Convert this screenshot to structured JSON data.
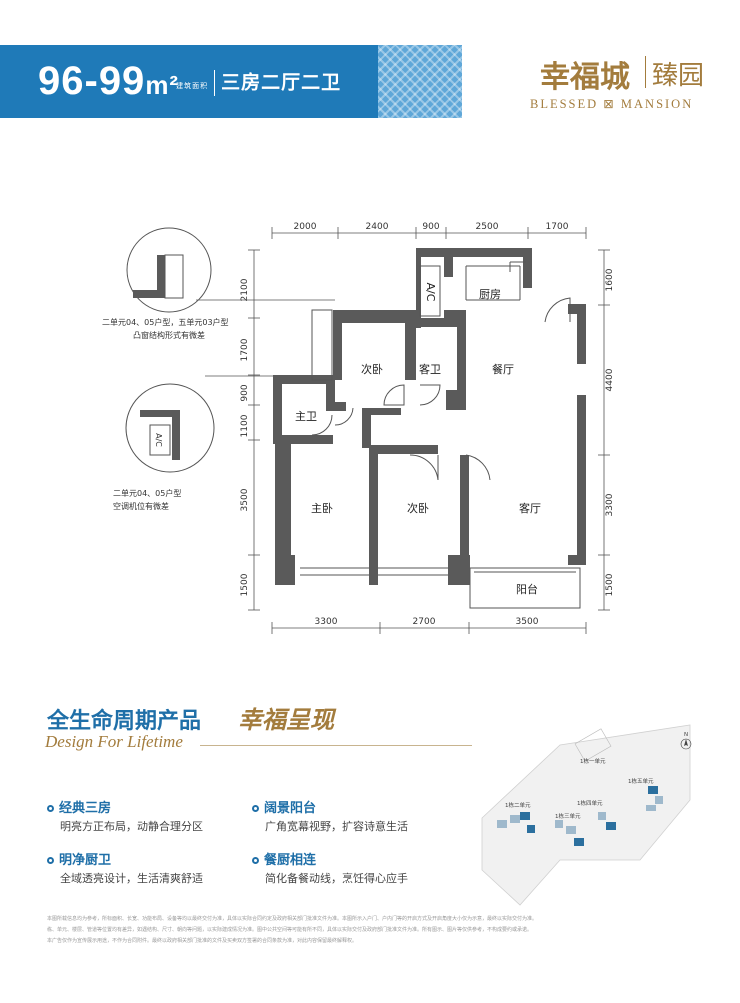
{
  "header": {
    "area": "96-99",
    "unit": "m²",
    "area_note": "建筑面积",
    "layout": "三房二厅二卫"
  },
  "brand": {
    "name_cn": "幸福城",
    "name_cn2": "臻园",
    "name_en": "BLESSED ⊠ MANSION"
  },
  "floorplan": {
    "dims_top": [
      "2000",
      "2400",
      "900",
      "2500",
      "1700"
    ],
    "dims_bottom": [
      "3300",
      "2700",
      "3500"
    ],
    "dims_left": [
      "2100",
      "1700",
      "900",
      "1100",
      "3500",
      "1500"
    ],
    "dims_right": [
      "1600",
      "4400",
      "3300",
      "1500"
    ],
    "rooms": {
      "kitchen": "厨房",
      "ac": "A/C",
      "second_bedroom_top": "次卧",
      "guest_bath": "客卫",
      "dining": "餐厅",
      "master_bath": "主卫",
      "master_bedroom": "主卧",
      "second_bedroom_bottom": "次卧",
      "living": "客厅",
      "balcony": "阳台"
    },
    "notes": {
      "note1_line1": "二单元04、05户型，五单元03户型",
      "note1_line2": "凸窗结构形式有微差",
      "note2_line1": "二单元04、05户型",
      "note2_line2": "空调机位有微差",
      "inset_ac": "A/C"
    }
  },
  "slogan": {
    "cn": "全生命周期产品",
    "brand": "幸福呈现",
    "en": "Design For Lifetime"
  },
  "features": [
    {
      "title": "经典三房",
      "desc": "明亮方正布局，动静合理分区"
    },
    {
      "title": "阔景阳台",
      "desc": "广角宽幕视野，扩容诗意生活"
    },
    {
      "title": "明净厨卫",
      "desc": "全域透亮设计，生活清爽舒适"
    },
    {
      "title": "餐厨相连",
      "desc": "简化备餐动线，烹饪得心应手"
    }
  ],
  "sitemap": {
    "north": "N",
    "labels": [
      "1栋一单元",
      "1栋二单元",
      "1栋三单元",
      "1栋四单元",
      "1栋五单元"
    ]
  },
  "disclaimer": [
    "本图所载信息均为参考，所标面积、长宽、功能布局、设备等均以最终交付为准，具体以实际合同约定及政府相关部门批准文件为准。本图所示入户门、户内门等的开启方式及开启角度大小仅为示意，最终以实际交付为准。",
    "栋、单元、楼层、管道等位置均有差异，如遇结构、尺寸、朝向等问题，以实际建成情况为准。图中公共空间等可能有所不同，具体以实际交付及政府部门批准文件为准。所有图示、图片等仅供参考，不构成要约或承诺。",
    "本广告仅作为宣传展示用途，不作为合同附件。最终以政府相关部门批准的文件及买卖双方签署的合同条款为准，对此内容保留最终解释权。"
  ]
}
